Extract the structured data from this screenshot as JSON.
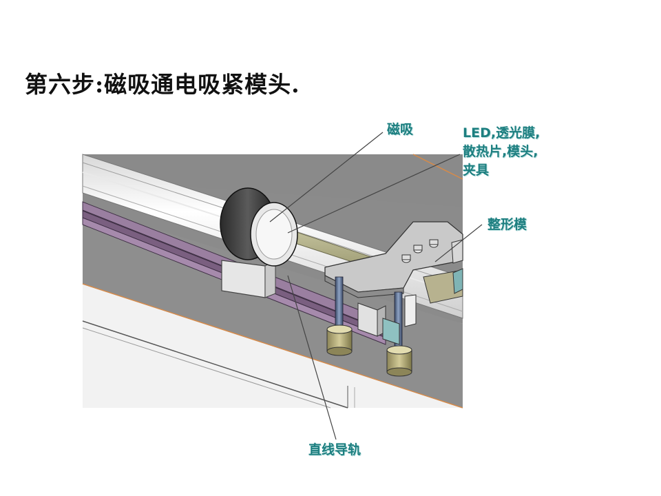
{
  "slide": {
    "title": "第六步:磁吸通电吸紧模头."
  },
  "labels": {
    "magnet": "磁吸",
    "led_line1": "LED,透光膜,",
    "led_line2": "散热片,模头,",
    "led_line3": "夹具",
    "shaping_die": "整形模",
    "linear_rail": "直线导轨"
  },
  "colors": {
    "label_text": "#1d7f80",
    "title_text": "#111111",
    "rail_purple": "#8f6f93",
    "tube_white": "#f4f4f4",
    "base_grey": "#8c8c8c"
  }
}
